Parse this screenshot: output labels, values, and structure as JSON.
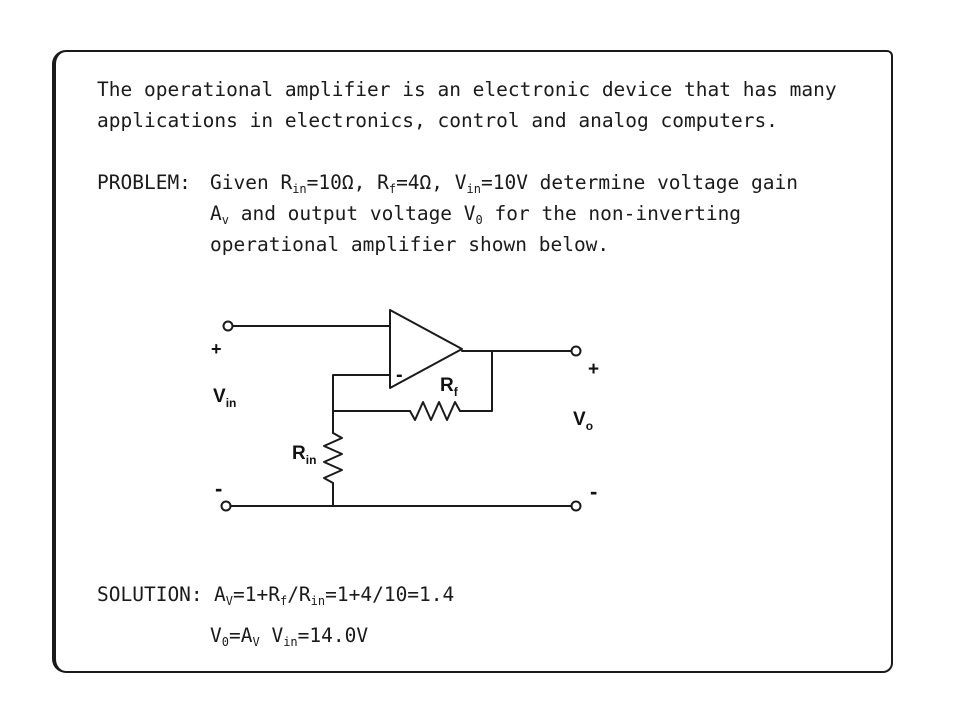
{
  "intro": {
    "line1": "The operational amplifier is an electronic device that has many",
    "line2": "applications in electronics, control and analog computers."
  },
  "problem": {
    "label": "PROBLEM:",
    "l1_a": "Given R",
    "l1_sub_in": "in",
    "l1_b": "=10Ω, R",
    "l1_sub_f": "f",
    "l1_c": "=4Ω, V",
    "l1_sub_in2": "in",
    "l1_d": "=10V determine voltage gain",
    "l2_a": "A",
    "l2_sub_v": "v",
    "l2_b": " and output voltage V",
    "l2_sub_0": "0",
    "l2_c": " for the non-inverting",
    "l3": "operational amplifier shown below."
  },
  "diagram": {
    "input_plus": "+",
    "input_minus": "-",
    "vin_main": "V",
    "vin_sub": "in",
    "opamp_minus": "-",
    "rf_main": "R",
    "rf_sub": "f",
    "rin_main": "R",
    "rin_sub": "in",
    "output_plus": "+",
    "output_minus": "-",
    "vo_main": "V",
    "vo_sub": "o"
  },
  "solution": {
    "label": "SOLUTION:",
    "l1_a": "A",
    "l1_sub_v": "V",
    "l1_b": "=1+R",
    "l1_sub_f": "f",
    "l1_c": "/R",
    "l1_sub_in": "in",
    "l1_d": "=1+4/10=1.4",
    "l2_a": "V",
    "l2_sub_0": "0",
    "l2_b": "=A",
    "l2_sub_v": "V",
    "l2_c": " V",
    "l2_sub_in": "in",
    "l2_d": "=14.0V"
  }
}
